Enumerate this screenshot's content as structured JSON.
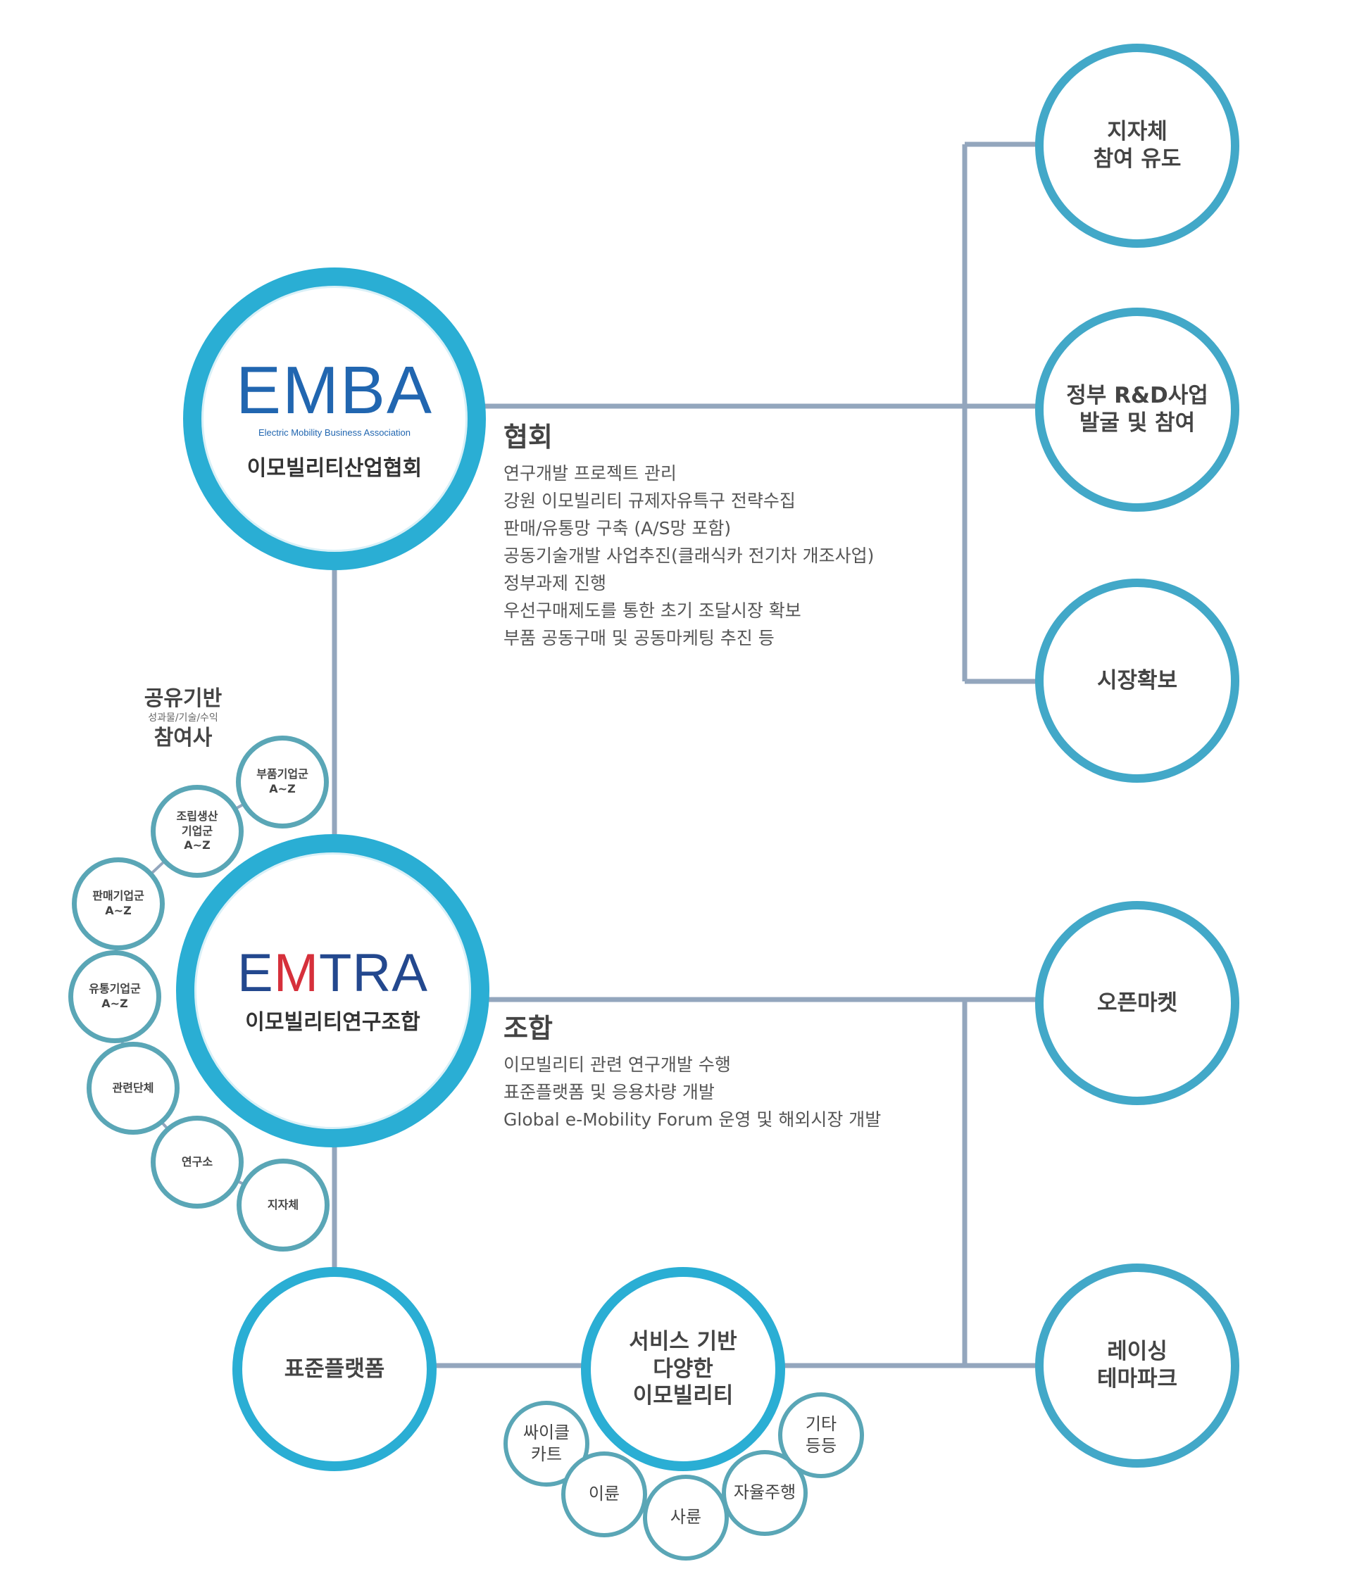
{
  "emba": {
    "logo": "EMBA",
    "subtitle": "Electric Mobility Business Association",
    "name": "이모빌리티산업협회"
  },
  "emtra": {
    "logo_pre": "E",
    "logo_m": "M",
    "logo_post": "TRA",
    "name": "이모빌리티연구조합"
  },
  "association": {
    "title": "협회",
    "items": [
      "연구개발 프로젝트 관리",
      "강원 이모빌리티 규제자유특구 전략수집",
      "판매/유통망 구축 (A/S망 포함)",
      "공동기술개발 사업추진(클래식카 전기차 개조사업)",
      "정부과제 진행",
      "우선구매제도를 통한 초기 조달시장 확보",
      "부품 공동구매 및 공동마케팅 추진 등"
    ]
  },
  "union": {
    "title": "조합",
    "items": [
      "이모빌리티 관련 연구개발 수행",
      "표준플랫폼 및 응용차량 개발",
      "Global e-Mobility Forum 운영 및 해외시장 개발"
    ]
  },
  "right_top": [
    [
      "지자체",
      "참여 유도"
    ],
    [
      "정부 R&D사업",
      "발굴 및 참여"
    ],
    [
      "시장확보"
    ]
  ],
  "right_bottom": [
    [
      "오픈마켓"
    ],
    [
      "레이싱",
      "테마파크"
    ]
  ],
  "platform": [
    "표준플랫폼"
  ],
  "service": [
    "서비스 기반",
    "다양한",
    "이모빌리티"
  ],
  "sharing": {
    "title": "공유기반",
    "subtitle": "성과물/기술/수익",
    "title2": "참여사"
  },
  "participants": [
    [
      "부품기업군",
      "A~Z"
    ],
    [
      "조립생산",
      "기업군",
      "A~Z"
    ],
    [
      "판매기업군",
      "A~Z"
    ],
    [
      "유통기업군",
      "A~Z"
    ],
    [
      "관련단체"
    ],
    [
      "연구소"
    ],
    [
      "지자체"
    ]
  ],
  "service_types": [
    [
      "싸이클",
      "카트"
    ],
    [
      "이륜"
    ],
    [
      "사륜"
    ],
    [
      "자율주행"
    ],
    [
      "기타",
      "등등"
    ]
  ]
}
